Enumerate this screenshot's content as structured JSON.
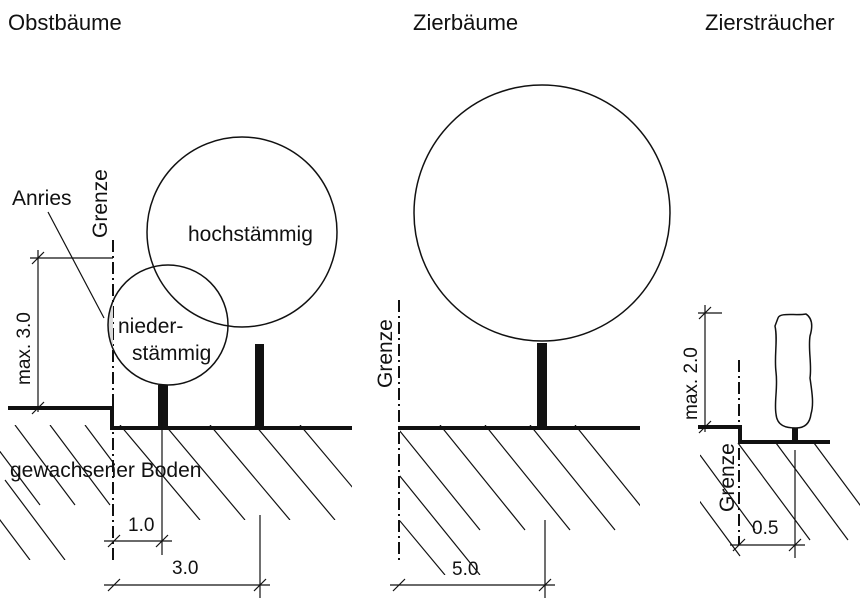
{
  "titles": {
    "obst": "Obstbäume",
    "zier": "Zierbäume",
    "straeucher": "Ziersträucher"
  },
  "labels": {
    "grenze": "Grenze",
    "anries": "Anries",
    "hochstaemmig": "hochstämmig",
    "nieder_1": "nieder-",
    "nieder_2": "stämmig",
    "boden": "gewachsener Boden"
  },
  "dimensions": {
    "obst_height": "max. 3.0",
    "obst_small": "1.0",
    "obst_large": "3.0",
    "zier_distance": "5.0",
    "strauch_height": "max. 2.0",
    "strauch_distance": "0.5"
  },
  "colors": {
    "line": "#111111",
    "anries_fill": "#d9d9d9",
    "background": "#ffffff"
  }
}
